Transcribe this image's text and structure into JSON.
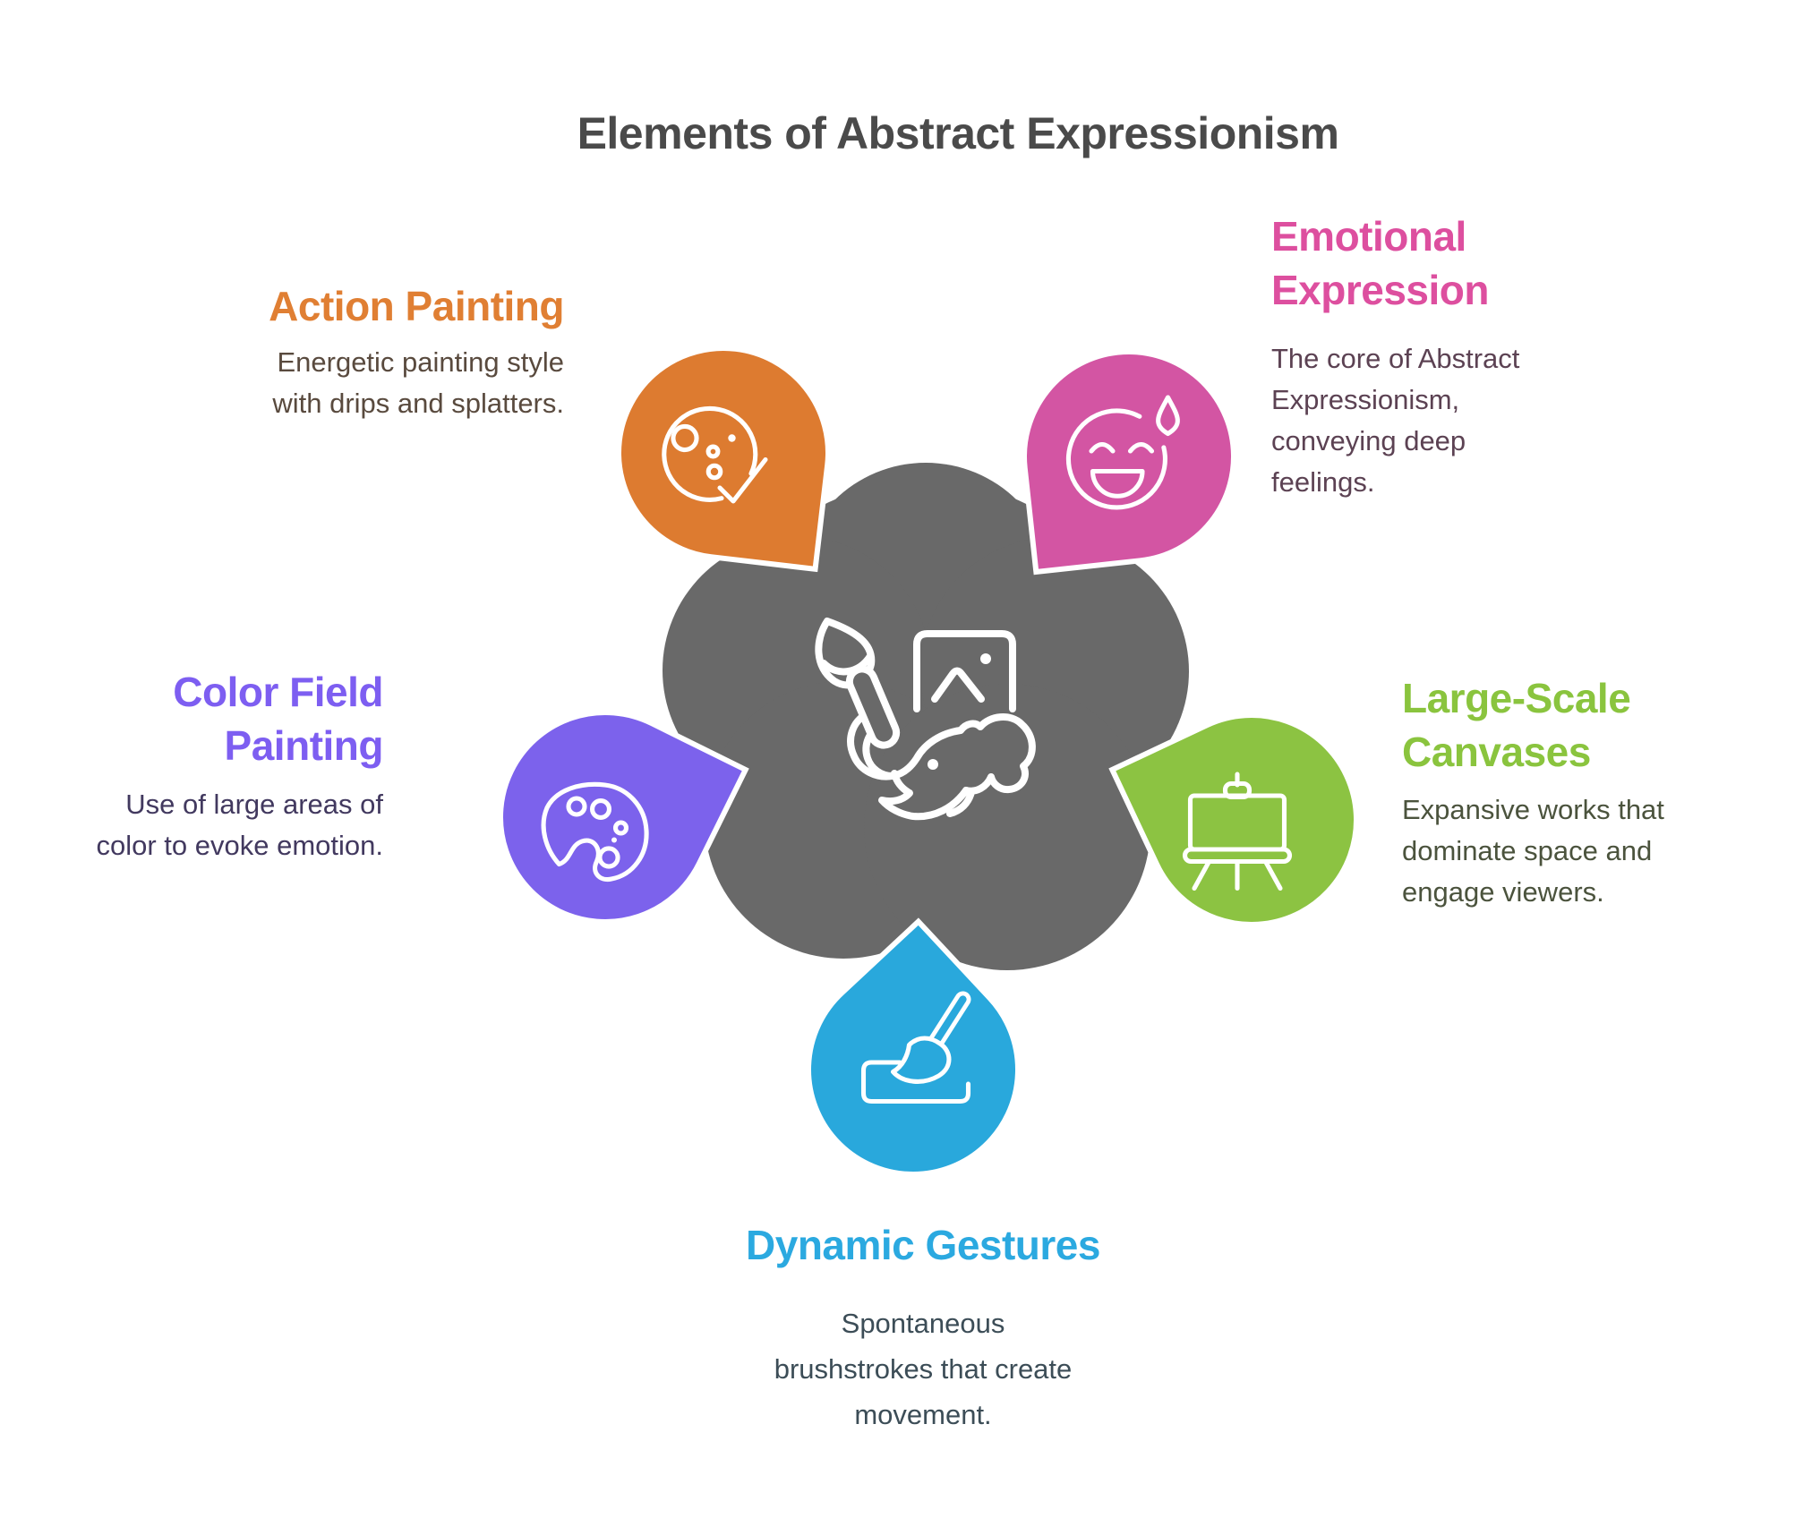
{
  "title": {
    "text": "Elements of Abstract Expressionism",
    "color": "#4a4a4a"
  },
  "hub": {
    "color": "#696969",
    "icon": "elephant-paintbrush-picture-icon"
  },
  "background": "#ffffff",
  "sections": [
    {
      "id": "action-painting",
      "label": "Action Painting",
      "description": "Energetic painting style\nwith drips and splatters.",
      "accent": "#e07f33",
      "bubble_color": "#dd7b30",
      "body_color": "#594a3e",
      "icon": "palette-check-icon",
      "position": "top-left"
    },
    {
      "id": "emotional-expression",
      "label": "Emotional\nExpression",
      "description": "The core of Abstract\nExpressionism,\nconveying deep\nfeelings.",
      "accent": "#dd4f9f",
      "bubble_color": "#d355a3",
      "body_color": "#5c4253",
      "icon": "laughing-face-sweat-drop-icon",
      "position": "top-right"
    },
    {
      "id": "color-field-painting",
      "label": "Color Field\nPainting",
      "description": "Use of large areas of\ncolor to evoke emotion.",
      "accent": "#7d5ef1",
      "bubble_color": "#7c62ec",
      "body_color": "#42395f",
      "icon": "paint-palette-icon",
      "position": "left"
    },
    {
      "id": "large-scale-canvases",
      "label": "Large-Scale\nCanvases",
      "description": "Expansive works that\ndominate space and\nengage viewers.",
      "accent": "#8ac43e",
      "bubble_color": "#8cc342",
      "body_color": "#4b533d",
      "icon": "easel-icon",
      "position": "right"
    },
    {
      "id": "dynamic-gestures",
      "label": "Dynamic Gestures",
      "description": "Spontaneous\nbrushstrokes that create\nmovement.",
      "accent": "#2ba9e0",
      "bubble_color": "#29a8dc",
      "body_color": "#3c4d57",
      "icon": "paintbrush-tray-icon",
      "position": "bottom"
    }
  ]
}
